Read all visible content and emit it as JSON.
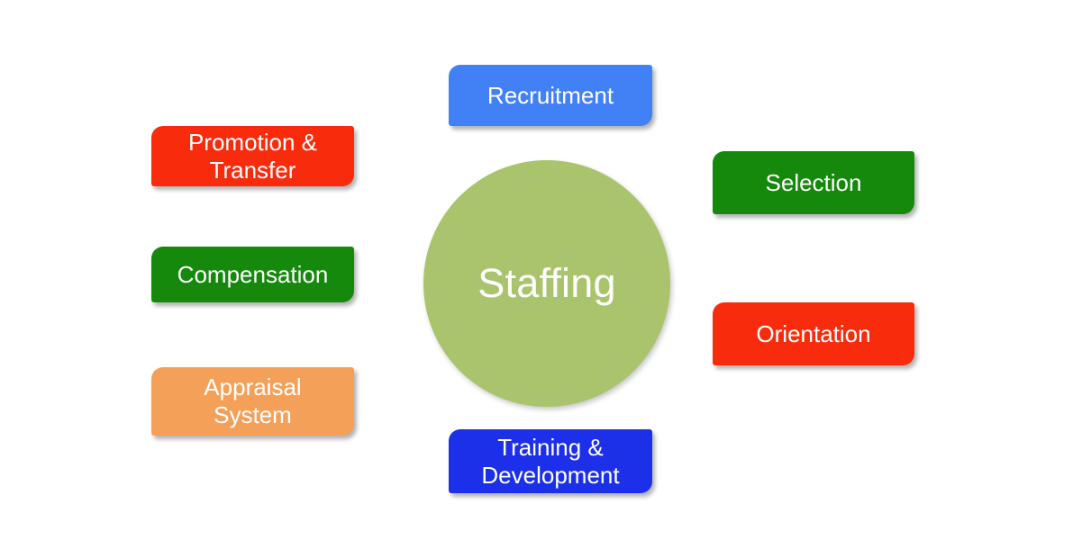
{
  "diagram": {
    "type": "hub-and-spoke",
    "background_color": "#ffffff",
    "hub": {
      "label": "Staffing",
      "fill_color": "#a9c46c",
      "text_color": "#ffffff",
      "shape": "circle"
    },
    "nodes": [
      {
        "id": "recruitment",
        "label": "Recruitment",
        "lines": [
          "Recruitment"
        ],
        "fill_color": "#4281f5",
        "text_color": "#ffffff",
        "position": "top"
      },
      {
        "id": "selection",
        "label": "Selection",
        "lines": [
          "Selection"
        ],
        "fill_color": "#15890b",
        "text_color": "#ffffff",
        "position": "right-upper"
      },
      {
        "id": "orientation",
        "label": "Orientation",
        "lines": [
          "Orientation"
        ],
        "fill_color": "#f82c0c",
        "text_color": "#ffffff",
        "position": "right-lower"
      },
      {
        "id": "training-development",
        "label": "Training & Development",
        "lines": [
          "Training &",
          "Development"
        ],
        "fill_color": "#1c30ea",
        "text_color": "#ffffff",
        "position": "bottom"
      },
      {
        "id": "appraisal-system",
        "label": "Appraisal System",
        "lines": [
          "Appraisal",
          "System"
        ],
        "fill_color": "#f5a059",
        "text_color": "#ffffff",
        "position": "left-lower"
      },
      {
        "id": "compensation",
        "label": "Compensation",
        "lines": [
          "Compensation"
        ],
        "fill_color": "#15890b",
        "text_color": "#ffffff",
        "position": "left-middle"
      },
      {
        "id": "promotion-transfer",
        "label": "Promotion & Transfer",
        "lines": [
          "Promotion &",
          "Transfer"
        ],
        "fill_color": "#f82c0c",
        "text_color": "#ffffff",
        "position": "left-upper"
      }
    ]
  }
}
